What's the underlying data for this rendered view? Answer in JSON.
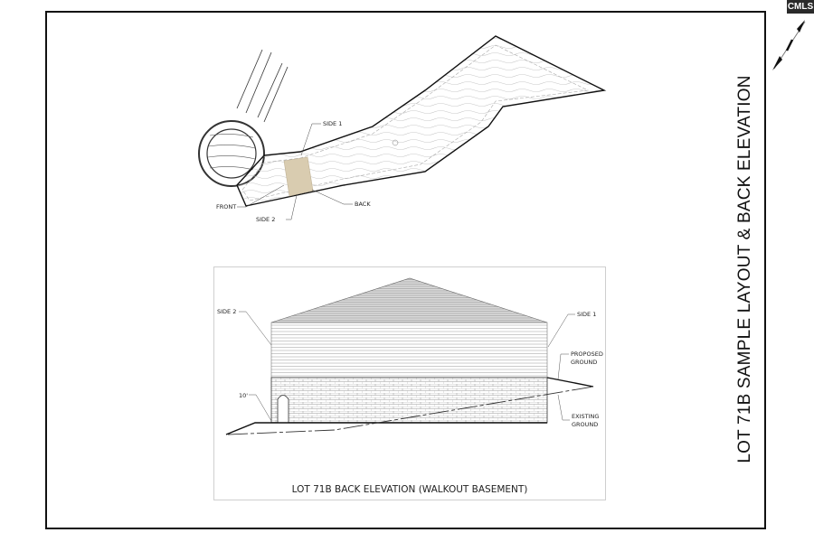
{
  "sheet": {
    "title": "LOT 71B SAMPLE LAYOUT & BACK ELEVATION",
    "watermark": "CMLS",
    "north_arrow": "north-arrow"
  },
  "site_plan": {
    "labels": {
      "side1": "SIDE 1",
      "side2": "SIDE 2",
      "front": "FRONT",
      "back": "BACK"
    },
    "house_footprint_color": "#d9ccb0"
  },
  "elevation": {
    "caption": "LOT 71B BACK ELEVATION (WALKOUT BASEMENT)",
    "labels": {
      "side2": "SIDE 2",
      "side1": "SIDE 1",
      "proposed_ground_1": "PROPOSED",
      "proposed_ground_2": "GROUND",
      "existing_ground_1": "EXISTING",
      "existing_ground_2": "GROUND",
      "height": "10'"
    }
  }
}
